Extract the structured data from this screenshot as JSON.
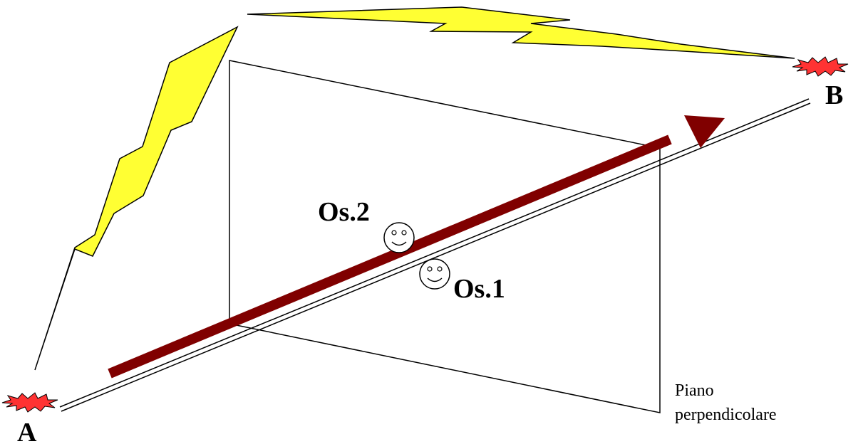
{
  "labels": {
    "point_a": "A",
    "point_b": "B",
    "observer_1": "Os.1",
    "observer_2": "Os.2",
    "plane_line1": "Piano",
    "plane_line2": "perpendicolare"
  },
  "colors": {
    "lightning_fill": "#ffff33",
    "arrow": "#800000",
    "spark": "#ff3333",
    "background": "#ffffff"
  },
  "icons": {
    "observer": "smiley-face-icon",
    "event_marker": "spark-icon"
  }
}
